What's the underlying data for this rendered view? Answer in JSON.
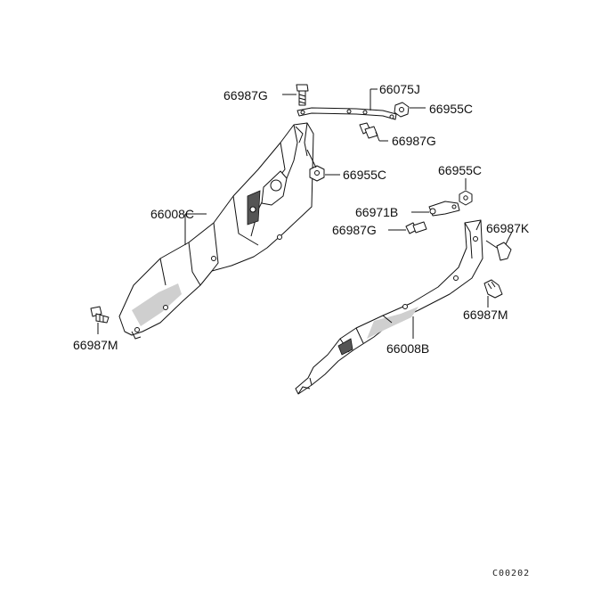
{
  "figure": {
    "code": "C00202"
  },
  "parts": {
    "p66987G_top": "66987G",
    "p66075J": "66075J",
    "p66955C_top": "66955C",
    "p66987G_mid": "66987G",
    "p66955C_mid": "66955C",
    "p66008C": "66008C",
    "p66955C_right": "66955C",
    "p66971B": "66971B",
    "p66987G_right": "66987G",
    "p66987K": "66987K",
    "p66987M_right": "66987M",
    "p66008B": "66008B",
    "p66987M_left": "66987M"
  }
}
